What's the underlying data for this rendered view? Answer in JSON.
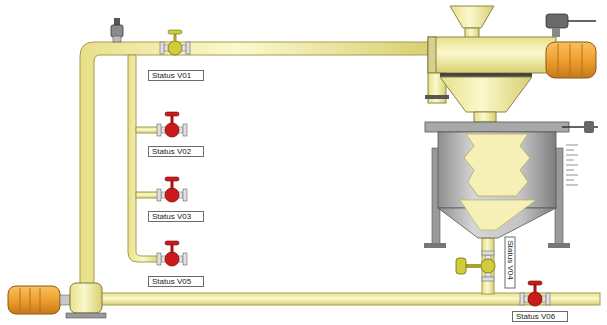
{
  "diagram": {
    "nodes": [
      {
        "text": [
          "Status V01"
        ]
      },
      {
        "text": [
          "Status V02"
        ]
      },
      {
        "text": [
          "Status V03"
        ]
      },
      {
        "text": [
          "Status V04"
        ]
      },
      {
        "text": [
          "Status V05"
        ]
      },
      {
        "text": [
          "Status V06"
        ]
      }
    ]
  }
}
